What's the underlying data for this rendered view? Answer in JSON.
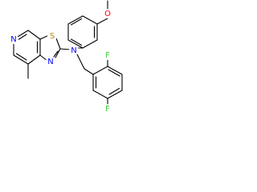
{
  "molecule": {
    "atoms": {
      "methoxy_o": {
        "text": "O",
        "color": "#ff0000"
      },
      "amine_n": {
        "text": "N",
        "color": "#0000ff"
      },
      "pyridine_n": {
        "text": "N",
        "color": "#0000ff"
      },
      "thiazole_s": {
        "text": "S",
        "color": "#b8860b"
      },
      "thiazole_n": {
        "text": "N",
        "color": "#0000ff"
      },
      "fluoro_top": {
        "text": "F",
        "color": "#32cd32"
      },
      "fluoro_bottom": {
        "text": "F",
        "color": "#32cd32"
      }
    },
    "bond_color": "#000000"
  }
}
